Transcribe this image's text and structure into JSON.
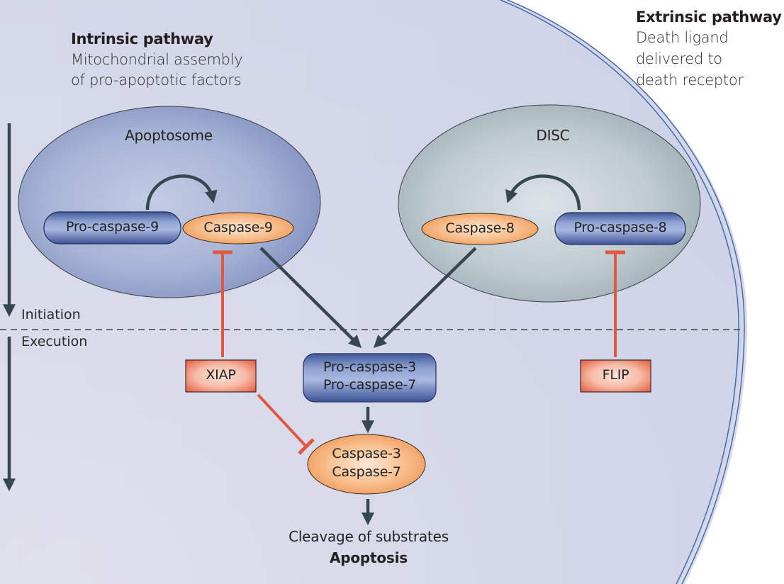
{
  "intrinsic": {
    "title": "Intrinsic pathway",
    "subtitle_line1": "Mitochondrial assembly",
    "subtitle_line2": "of pro-apoptotic factors"
  },
  "extrinsic": {
    "title": "Extrinsic pathway",
    "subtitle_line1": "Death ligand",
    "subtitle_line2": "delivered to",
    "subtitle_line3": "death receptor"
  },
  "complexes": {
    "apoptosome": "Apoptosome",
    "disc": "DISC"
  },
  "nodes": {
    "pro_caspase_9": "Pro-caspase-9",
    "caspase_9": "Caspase-9",
    "caspase_8": "Caspase-8",
    "pro_caspase_8": "Pro-caspase-8",
    "pro_caspase_3": "Pro-caspase-3",
    "pro_caspase_7": "Pro-caspase-7",
    "caspase_3": "Caspase-3",
    "caspase_7": "Caspase-7",
    "xiap": "XIAP",
    "flip": "FLIP"
  },
  "phases": {
    "initiation": "Initiation",
    "execution": "Execution"
  },
  "outcome": {
    "line1": "Cleavage of substrates",
    "line2": "Apoptosis"
  },
  "edges": [
    {
      "from": "pro_caspase_9",
      "to": "caspase_9",
      "type": "activation"
    },
    {
      "from": "pro_caspase_8",
      "to": "caspase_8",
      "type": "activation"
    },
    {
      "from": "caspase_9",
      "to": "pro_caspase_3_7",
      "type": "activation"
    },
    {
      "from": "caspase_8",
      "to": "pro_caspase_3_7",
      "type": "activation"
    },
    {
      "from": "pro_caspase_3_7",
      "to": "caspase_3_7",
      "type": "activation"
    },
    {
      "from": "caspase_3_7",
      "to": "cleavage_of_substrates",
      "type": "activation"
    },
    {
      "from": "xiap",
      "to": "caspase_9",
      "type": "inhibition"
    },
    {
      "from": "xiap",
      "to": "caspase_3_7",
      "type": "inhibition"
    },
    {
      "from": "flip",
      "to": "pro_caspase_8",
      "type": "inhibition"
    }
  ],
  "colors": {
    "activation_arrow": "#36474f",
    "inhibition": "#e2583e",
    "active_caspase": "#f5a060",
    "pro_caspase": "#4a62a0",
    "inhibitor_box": "#e96a50",
    "membrane": "#3f64a8",
    "cell_fill": "#cdd2e6",
    "apoptosome_fill": "#8d9cc8",
    "disc_fill": "#a7b8bd"
  }
}
